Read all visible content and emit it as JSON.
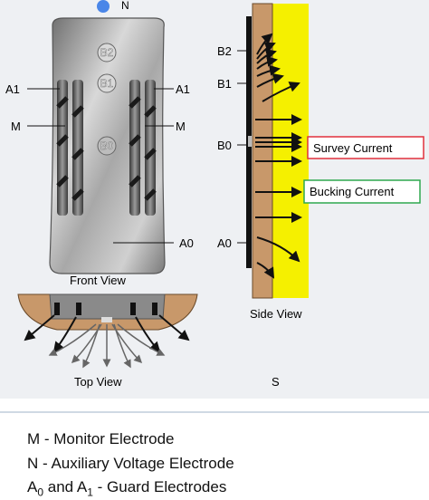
{
  "front_view": {
    "label_n": "N",
    "label_b2": "B2",
    "label_b1": "B1",
    "label_b0": "B0",
    "label_a1_left": "A1",
    "label_a1_right": "A1",
    "label_m_left": "M",
    "label_m_right": "M",
    "label_a0": "A0",
    "caption": "Front View"
  },
  "top_view": {
    "caption": "Top View"
  },
  "side_view": {
    "label_b2": "B2",
    "label_b1": "B1",
    "label_b0": "B0",
    "label_a0": "A0",
    "caption": "Side View",
    "label_s": "S",
    "survey_current": "Survey Current",
    "bucking_current": "Bucking Current"
  },
  "colors": {
    "survey_box": "#e0303c",
    "bucking_box": "#2fa84f",
    "formation": "#f5f000",
    "pad": "#c8986a",
    "n_dot": "#4a86e8"
  },
  "legend": {
    "line1": "M - Monitor Electrode",
    "line2": "N - Auxiliary Voltage Electrode",
    "line3_a": "A",
    "line3_sub0": "0",
    "line3_mid": " and A",
    "line3_sub1": "1",
    "line3_tail": " - Guard Electrodes"
  }
}
